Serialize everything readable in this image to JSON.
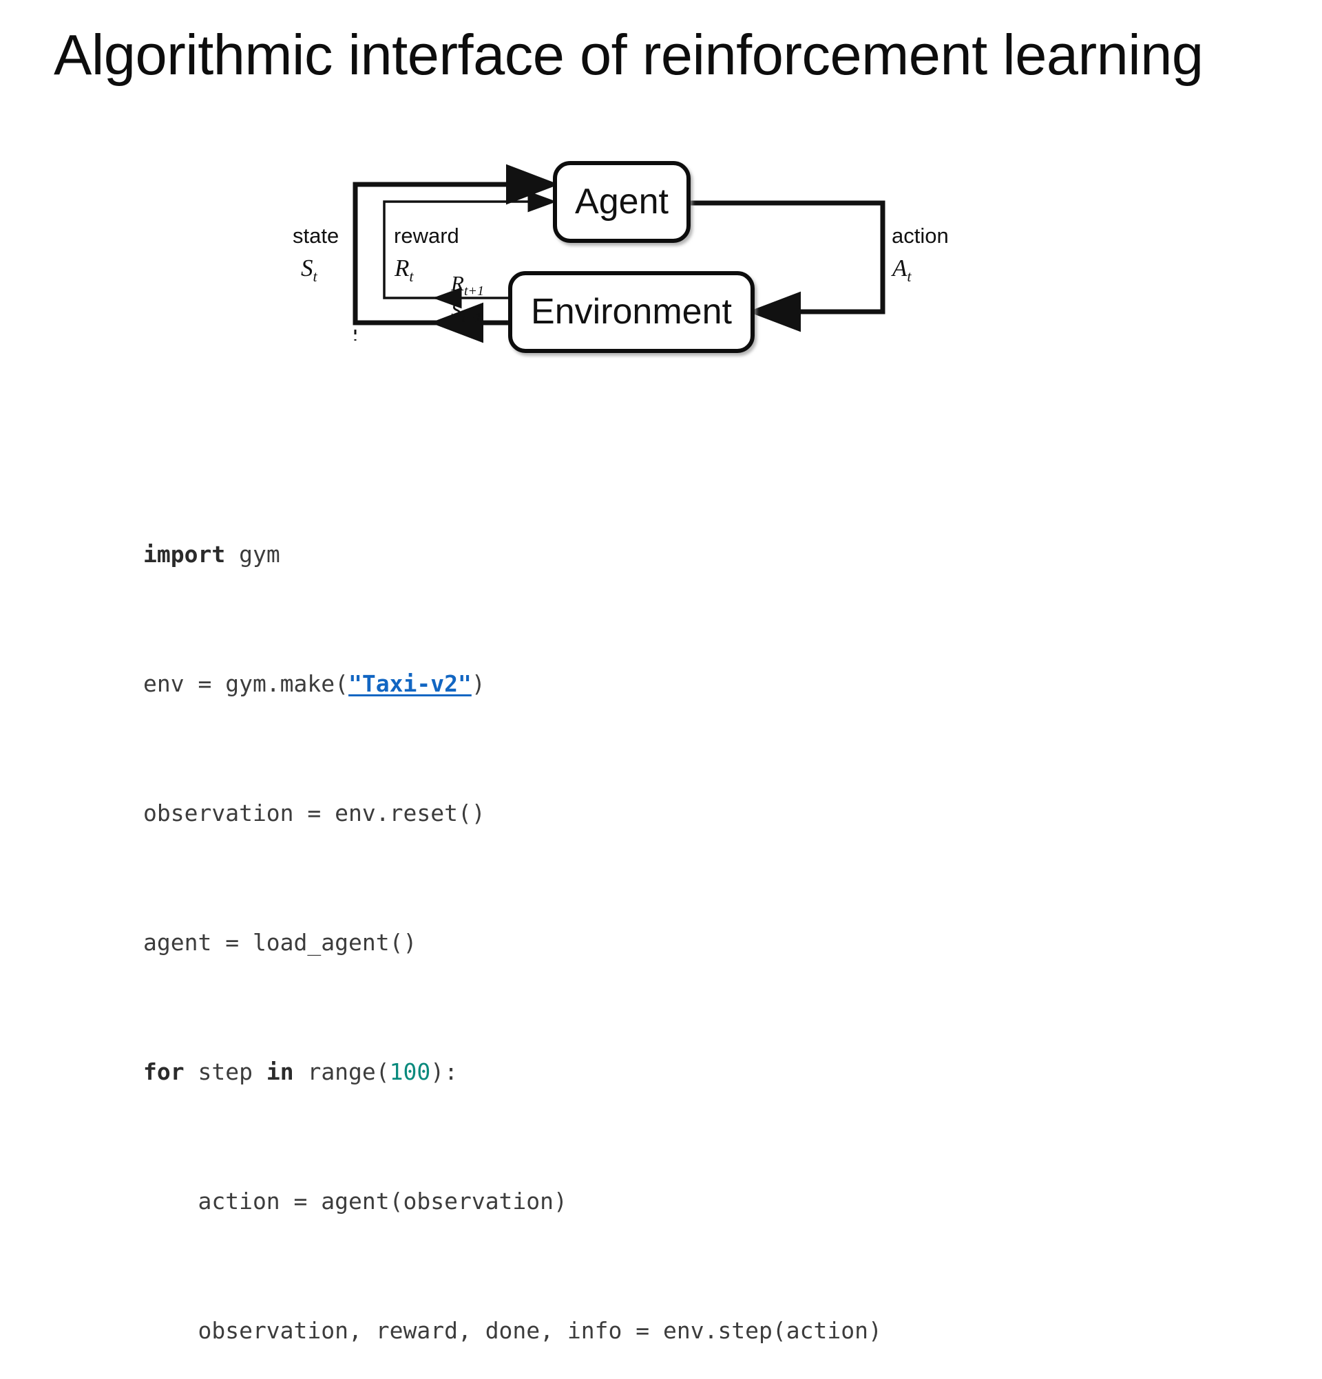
{
  "slide": {
    "title": "Algorithmic interface of reinforcement learning",
    "background_color": "#ffffff",
    "title_color": "#0d0d0d"
  },
  "diagram": {
    "name": "agent-environment-interaction-loop",
    "nodes": [
      {
        "id": "agent",
        "label": "Agent"
      },
      {
        "id": "environment",
        "label": "Environment"
      }
    ],
    "edge_labels": {
      "state_word": "state",
      "state_symbol": "S",
      "state_subscript": "t",
      "reward_word": "reward",
      "reward_symbol": "R",
      "reward_subscript": "t",
      "action_word": "action",
      "action_symbol": "A",
      "action_subscript": "t",
      "next_reward_symbol": "R",
      "next_reward_subscript": "t+1",
      "next_state_symbol": "S",
      "next_state_subscript": "t+1"
    },
    "stroke_color": "#111111"
  },
  "code": {
    "language": "python",
    "text_color": "#3c3c3c",
    "keyword_color": "#2b2b2b",
    "number_color": "#0a8a7d",
    "link_color": "#1266c2",
    "lines": [
      {
        "n": 1,
        "text": "import gym"
      },
      {
        "n": 2,
        "text": "env = gym.make(\"Taxi-v2\")"
      },
      {
        "n": 3,
        "text": "observation = env.reset()"
      },
      {
        "n": 4,
        "text": "agent = load_agent()"
      },
      {
        "n": 5,
        "text": "for step in range(100):"
      },
      {
        "n": 6,
        "text": "    action = agent(observation)"
      },
      {
        "n": 7,
        "text": "    observation, reward, done, info = env.step(action)"
      }
    ],
    "tokens": {
      "kw_import": "import",
      "t_gym": " gym",
      "l2_a": "env = gym.make(",
      "l2_link": "\"Taxi-v2\"",
      "l2_b": ")",
      "l3": "observation = env.reset()",
      "l4": "agent = load_agent()",
      "kw_for": "for",
      "t_step": " step ",
      "kw_in": "in",
      "t_range": " range(",
      "num_100": "100",
      "t_colon": "):",
      "l6": "    action = agent(observation)",
      "l7": "    observation, reward, done, info = env.step(action)"
    },
    "link_target_label": "\"Taxi-v2\""
  }
}
